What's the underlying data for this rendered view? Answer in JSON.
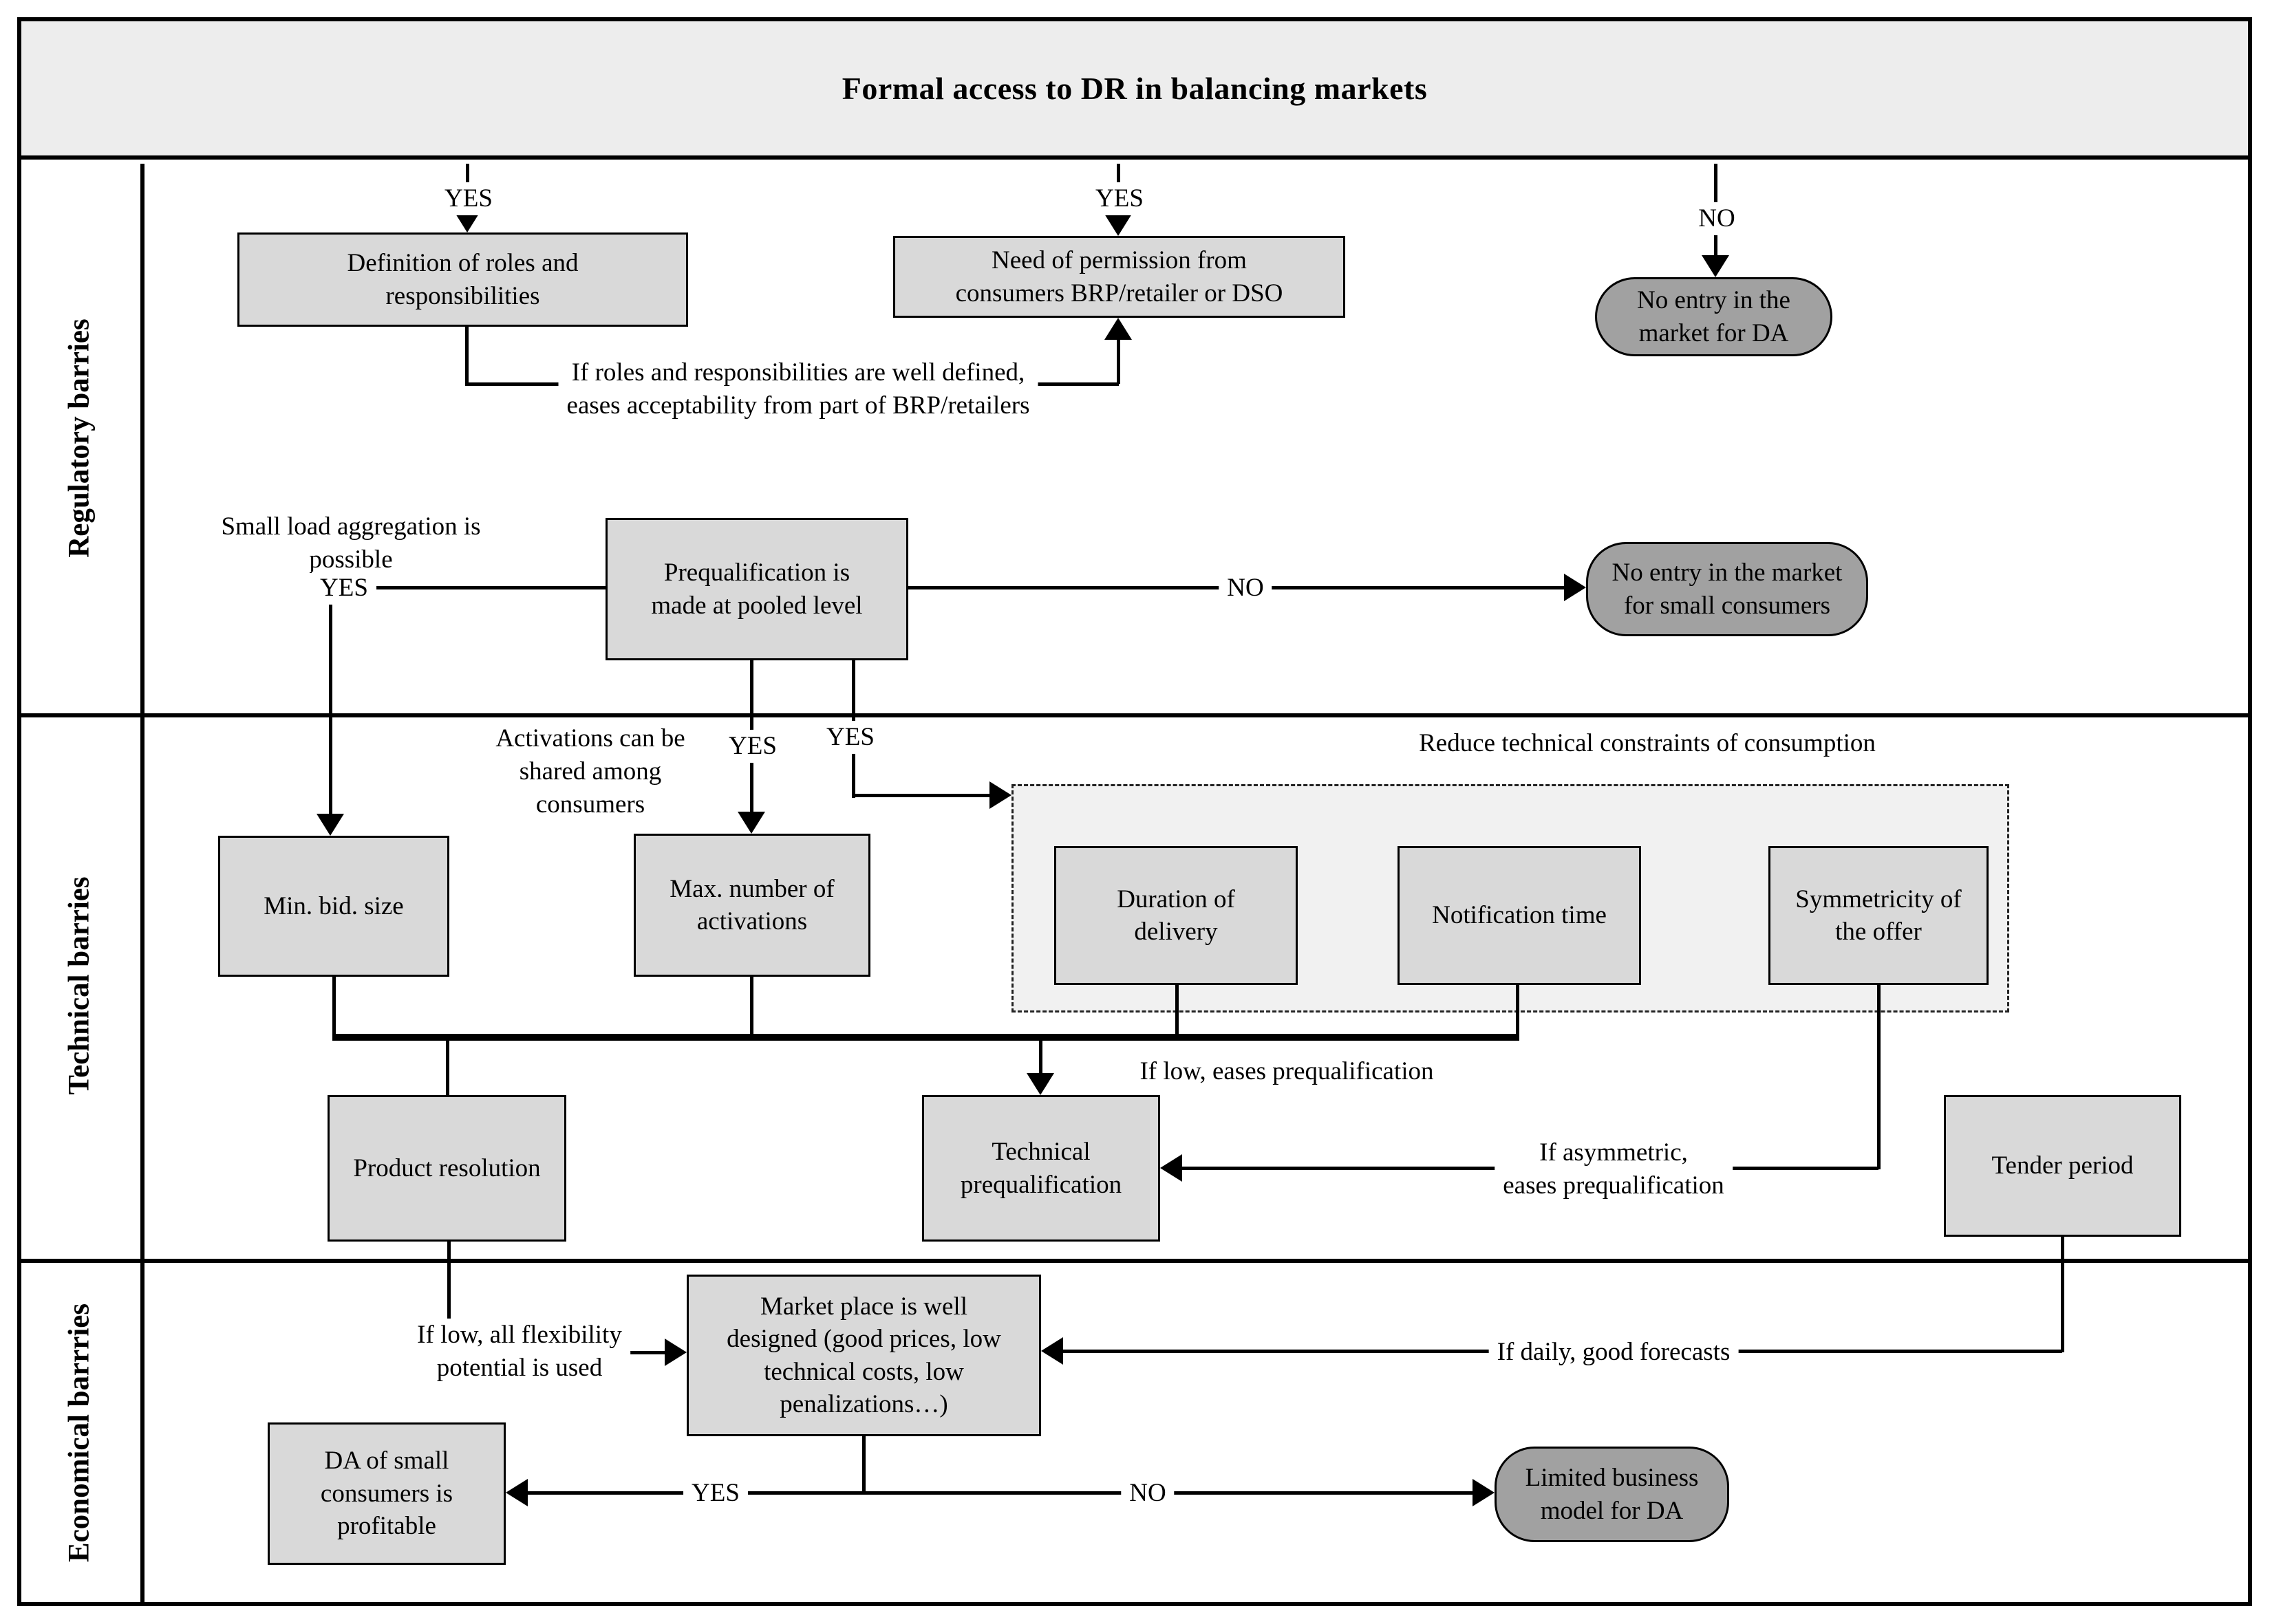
{
  "title": "Formal access to DR in balancing markets",
  "sidebar": {
    "sections": [
      {
        "label": "Regulatory barries"
      },
      {
        "label": "Technical barries"
      },
      {
        "label": "Economical barrries"
      }
    ]
  },
  "nodes": {
    "definition_roles": {
      "label": "Definition of roles and\nresponsibilities"
    },
    "need_permission": {
      "label": "Need of permission from\nconsumers BRP/retailer or DSO"
    },
    "no_entry_da": {
      "label": "No entry in the\nmarket for DA"
    },
    "prequalification_pooled": {
      "label": "Prequalification is\nmade at pooled level"
    },
    "no_entry_small": {
      "label": "No entry in the market\nfor small consumers"
    },
    "min_bid_size": {
      "label": "Min. bid. size"
    },
    "max_activations": {
      "label": "Max. number of\nactivations"
    },
    "duration_delivery": {
      "label": "Duration of\ndelivery"
    },
    "notification_time": {
      "label": "Notification time"
    },
    "symmetricity_offer": {
      "label": "Symmetricity of\nthe offer"
    },
    "product_resolution": {
      "label": "Product resolution"
    },
    "technical_prequalification": {
      "label": "Technical\nprequalification"
    },
    "tender_period": {
      "label": "Tender period"
    },
    "market_place": {
      "label": "Market place is well\ndesigned (good prices, low\ntechnical costs, low\npenalizations…)"
    },
    "da_small_profitable": {
      "label": "DA of small\nconsumers is\nprofitable"
    },
    "limited_business": {
      "label": "Limited business\nmodel for DA"
    }
  },
  "labels": {
    "yes_roles": "YES",
    "yes_permission": "YES",
    "no_da": "NO",
    "roles_defined": "If roles and responsibilities are well defined,\neases acceptability from part of BRP/retailers",
    "small_load": "Small load aggregation is\npossible",
    "yes_small": "YES",
    "no_small": "NO",
    "activations_shared": "Activations can be\nshared among\nconsumers",
    "yes_pool_1": "YES",
    "yes_pool_2": "YES",
    "reduce_constraints": "Reduce technical constraints of consumption",
    "if_low_preq": "If low, eases prequalification",
    "if_asymmetric": "If asymmetric,\neases prequalification",
    "if_daily": "If daily, good forecasts",
    "if_low_flex": "If low, all flexibility\npotential is used",
    "yes_market": "YES",
    "no_market": "NO"
  },
  "colors": {
    "box_fill": "#d9d9d9",
    "terminal_fill": "#a1a1a1",
    "title_band_fill": "#ededed",
    "dashed_area_fill": "#f1f1f1",
    "line_color": "#000000"
  }
}
